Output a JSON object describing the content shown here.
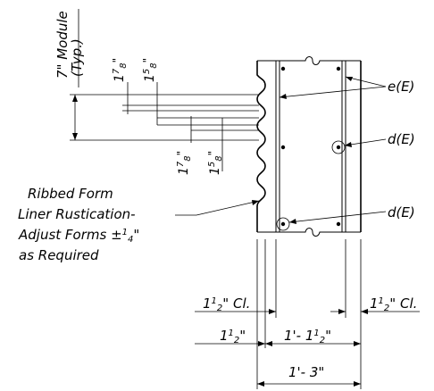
{
  "dimensions": {
    "module": {
      "value": "7\"",
      "word": "Module",
      "typ": "(Typ.)"
    },
    "top_big_frac": {
      "whole": "1",
      "num": "7",
      "den": "8",
      "inch": "\""
    },
    "top_small_frac": {
      "whole": "1",
      "num": "5",
      "den": "8",
      "inch": "\""
    },
    "bottom_big_frac": {
      "whole": "1",
      "num": "7",
      "den": "8",
      "inch": "\""
    },
    "bottom_small_frac": {
      "whole": "1",
      "num": "5",
      "den": "8",
      "inch": "\""
    },
    "clear_left": {
      "whole": "1",
      "num": "1",
      "den": "2",
      "rest": "\" Cl."
    },
    "clear_right": {
      "whole": "1",
      "num": "1",
      "den": "2",
      "rest": "\" Cl."
    },
    "liner_offset": {
      "whole": "1",
      "num": "1",
      "den": "2",
      "rest": "\""
    },
    "center_span": {
      "lead": "1'- 1",
      "num": "1",
      "den": "2",
      "rest": "\""
    },
    "total_width": {
      "text": "1'- 3\""
    }
  },
  "callouts": {
    "bar_e": "e(E)",
    "bar_d_upper": "d(E)",
    "bar_d_lower": "d(E)",
    "form_liner": {
      "line1": "Ribbed Form",
      "line2": "Liner Rustication-",
      "line3_pre": "Adjust Forms ±",
      "line3_num": "1",
      "line3_den": "4",
      "line3_post": "\"",
      "line4": "as Required"
    }
  }
}
